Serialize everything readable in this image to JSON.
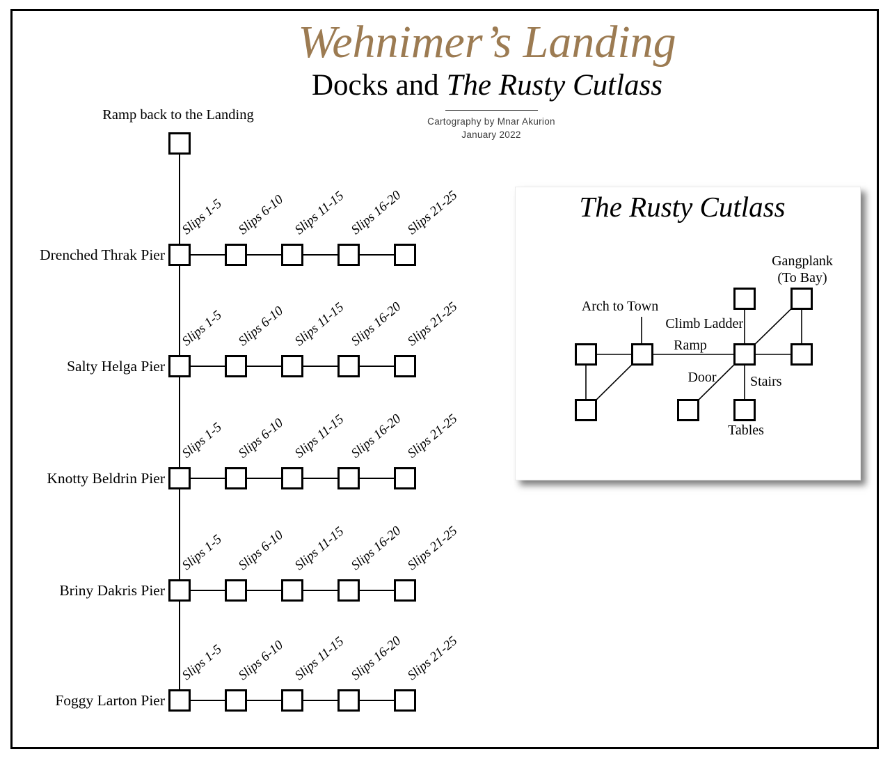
{
  "header": {
    "title": "Wehnimer’s Landing",
    "subtitle_regular": "Docks and ",
    "subtitle_italic": "The Rusty Cutlass",
    "credit_line1": "Cartography by Mnar Akurion",
    "credit_line2": "January 2022",
    "title_color": "#9c7b52"
  },
  "docks": {
    "ramp_label": "Ramp back to the Landing",
    "piers": [
      {
        "name": "Drenched Thrak Pier"
      },
      {
        "name": "Salty Helga Pier"
      },
      {
        "name": "Knotty Beldrin Pier"
      },
      {
        "name": "Briny Dakris Pier"
      },
      {
        "name": "Foggy Larton Pier"
      }
    ],
    "slip_labels": [
      "Slips 1-5",
      "Slips 6-10",
      "Slips 11-15",
      "Slips 16-20",
      "Slips 21-25"
    ]
  },
  "inset": {
    "title": "The Rusty Cutlass",
    "labels": {
      "arch_to_town": "Arch to Town",
      "climb_ladder": "Climb Ladder",
      "ramp": "Ramp",
      "door": "Door",
      "stairs": "Stairs",
      "tables": "Tables",
      "gangplank_line1": "Gangplank",
      "gangplank_line2": "(To Bay)"
    }
  }
}
